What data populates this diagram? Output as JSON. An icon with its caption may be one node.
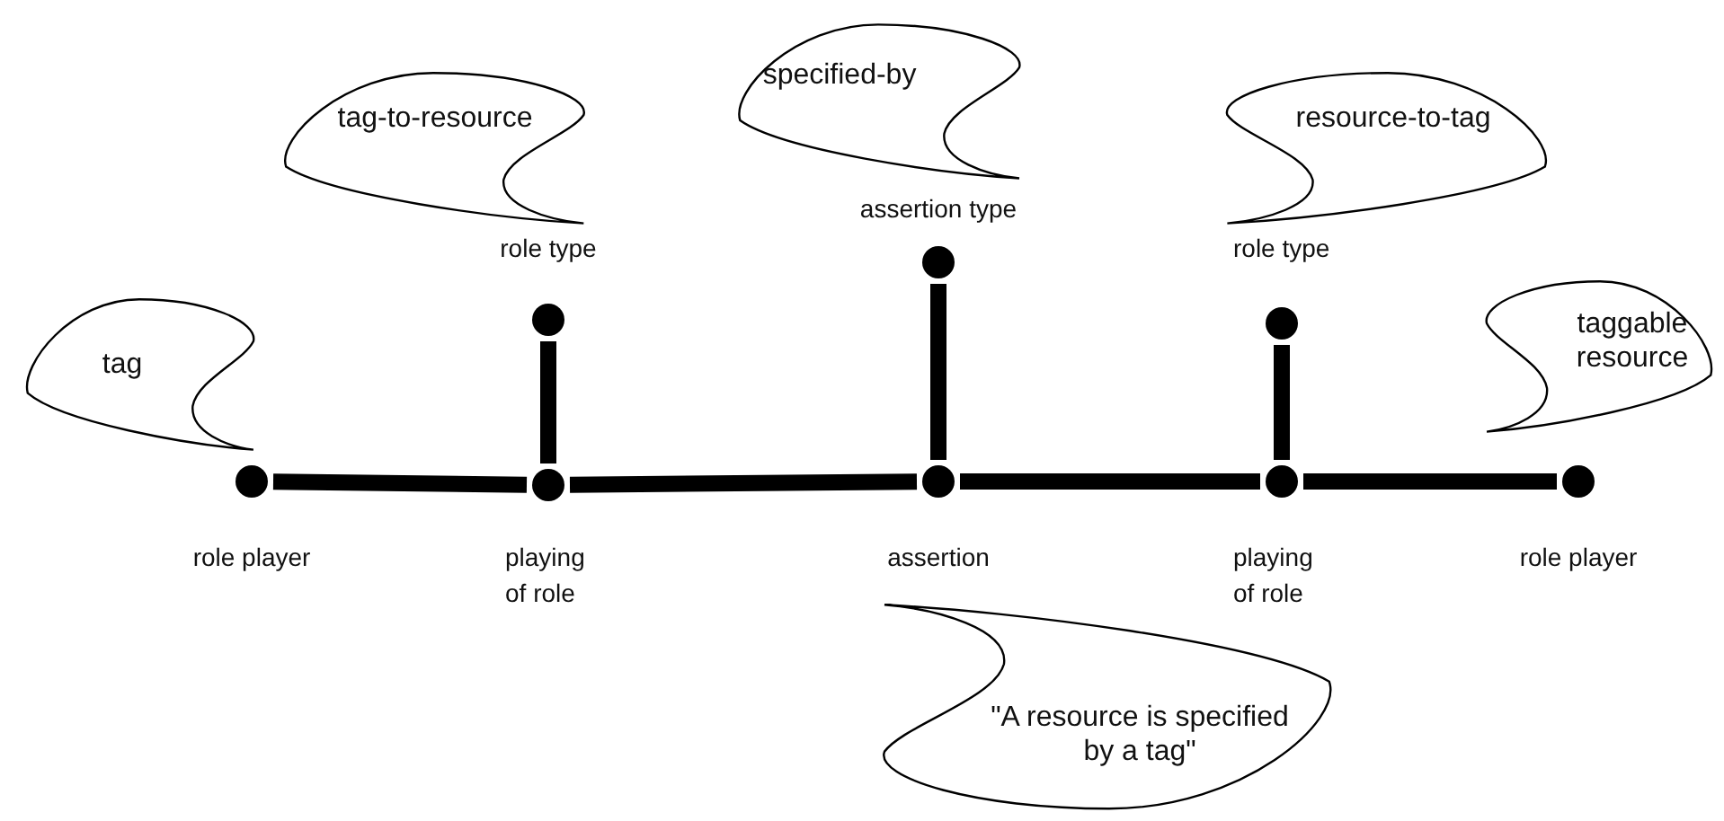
{
  "diagram": {
    "nodes": [
      {
        "text": [
          "tag"
        ]
      },
      {
        "text": [
          "tag-to-resource"
        ]
      },
      {
        "text": [
          "specified-by"
        ]
      },
      {
        "text": [
          "resource-to-tag"
        ]
      },
      {
        "text": [
          "taggable resource"
        ]
      },
      {
        "text": [
          "\"A resource is specified by a tag\""
        ]
      },
      {
        "text": [],
        "shape": "circle"
      },
      {
        "text": [],
        "shape": "circle"
      },
      {
        "text": [],
        "shape": "circle"
      },
      {
        "text": [],
        "shape": "circle"
      },
      {
        "text": [],
        "shape": "circle"
      },
      {
        "text": [],
        "shape": "circle"
      },
      {
        "text": [],
        "shape": "circle"
      },
      {
        "text": [],
        "shape": "circle"
      }
    ],
    "edges": [
      {
        "from": 9,
        "to": 10,
        "arrow": "none"
      },
      {
        "from": 10,
        "to": 11,
        "arrow": "none"
      },
      {
        "from": 11,
        "to": 12,
        "arrow": "none"
      },
      {
        "from": 12,
        "to": 13,
        "arrow": "none"
      },
      {
        "from": 6,
        "to": 10,
        "arrow": "none"
      },
      {
        "from": 7,
        "to": 11,
        "arrow": "none"
      },
      {
        "from": 8,
        "to": 12,
        "arrow": "none"
      }
    ],
    "labels": [
      "assertion type",
      "role type",
      "role type",
      "role player",
      "playing of role",
      "assertion",
      "playing of role",
      "role player"
    ]
  }
}
